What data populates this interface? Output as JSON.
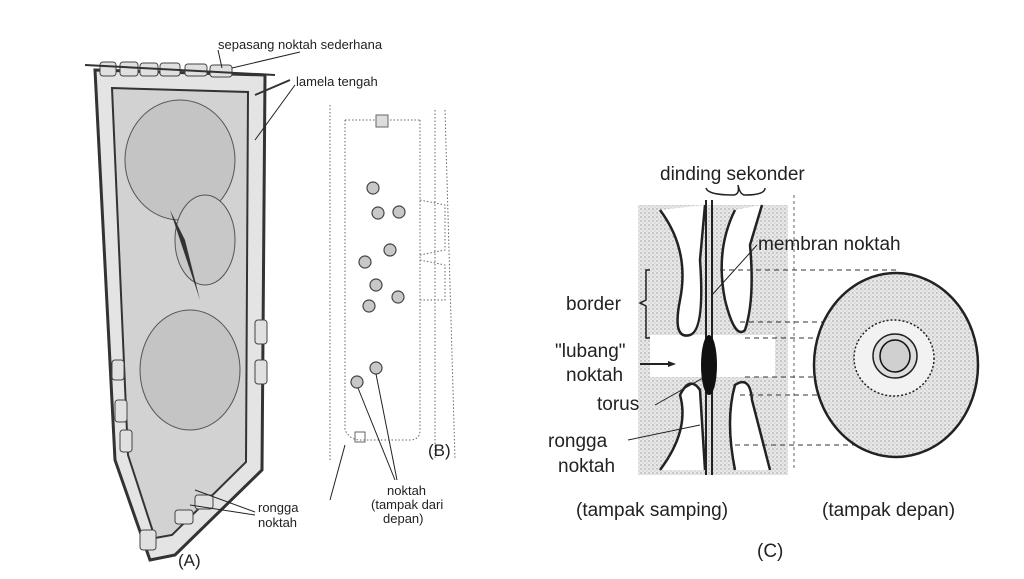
{
  "figure_a": {
    "label": "(A)",
    "annotations": {
      "simple_pit_pair": "sepasang noktah sederhana",
      "middle_lamella": "lamela tengah",
      "pit_cavity_line1": "rongga",
      "pit_cavity_line2": "noktah"
    }
  },
  "figure_b": {
    "label": "(B)",
    "annotations": {
      "pit_line1": "noktah",
      "pit_line2": "(tampak dari",
      "pit_line3": "depan)"
    }
  },
  "figure_c": {
    "label": "(C)",
    "annotations": {
      "secondary_wall": "dinding sekonder",
      "pit_membrane": "membran noktah",
      "border": "border",
      "aperture_line1": "\"lubang\"",
      "aperture_line2": "noktah",
      "torus": "torus",
      "cavity_line1": "rongga",
      "cavity_line2": "noktah"
    },
    "view_side": "(tampak samping)",
    "view_front": "(tampak depan)"
  },
  "colors": {
    "ink": "#222222",
    "fill": "#d9d9d9",
    "stipple": "#cfcfcf"
  }
}
